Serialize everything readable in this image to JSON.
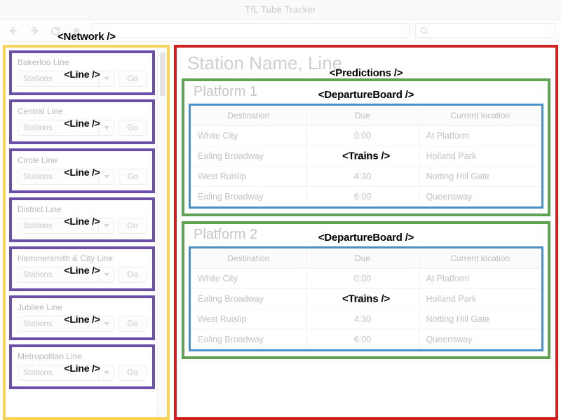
{
  "window": {
    "title": "TfL Tube Tracker"
  },
  "browser": {
    "back_icon": "arrow-left-icon",
    "forward_icon": "arrow-right-icon",
    "reload_icon": "reload-icon",
    "home_icon": "home-icon",
    "url_value": "",
    "url_placeholder": "",
    "search_value": "",
    "search_placeholder": "",
    "search_icon": "search-icon"
  },
  "colors": {
    "network_border": "#f7d358",
    "line_border": "#6b4fa8",
    "predictions_border": "#d02020",
    "departureboard_border": "#5fa353",
    "trains_border": "#4a90c8",
    "muted_text": "#c3c3c3"
  },
  "tags": {
    "network": "<Network />",
    "line": "<Line />",
    "predictions": "<Predictions />",
    "departure_board": "<DepartureBoard />",
    "trains": "<Trains />"
  },
  "network": {
    "lines": [
      {
        "name": "Bakerloo Line",
        "select_label": "Stations",
        "go_label": "Go"
      },
      {
        "name": "Central Line",
        "select_label": "Stations",
        "go_label": "Go"
      },
      {
        "name": "Circle Line",
        "select_label": "Stations",
        "go_label": "Go"
      },
      {
        "name": "District Line",
        "select_label": "Stations",
        "go_label": "Go"
      },
      {
        "name": "Hammersmith & City Line",
        "select_label": "Stations",
        "go_label": "Go"
      },
      {
        "name": "Jubilee Line",
        "select_label": "Stations",
        "go_label": "Go"
      },
      {
        "name": "Metropolitan Line",
        "select_label": "Stations",
        "go_label": "Go"
      }
    ]
  },
  "predictions": {
    "station_heading": "Station Name, Line",
    "boards": [
      {
        "platform": "Platform 1",
        "columns": [
          "Destination",
          "Due",
          "Current location"
        ],
        "rows": [
          {
            "destination": "White City",
            "due": "0:00",
            "location": "At Platform"
          },
          {
            "destination": "Ealing Broadway",
            "due": "2:00",
            "location": "Holland Park"
          },
          {
            "destination": "West Ruislip",
            "due": "4:30",
            "location": "Notting Hill Gate"
          },
          {
            "destination": "Ealing Broadway",
            "due": "6:00",
            "location": "Queensway"
          }
        ]
      },
      {
        "platform": "Platform 2",
        "columns": [
          "Destination",
          "Due",
          "Current location"
        ],
        "rows": [
          {
            "destination": "White City",
            "due": "0:00",
            "location": "At Platform"
          },
          {
            "destination": "Ealing Broadway",
            "due": "2:00",
            "location": "Holland Park"
          },
          {
            "destination": "West Ruislip",
            "due": "4:30",
            "location": "Notting Hill Gate"
          },
          {
            "destination": "Ealing Broadway",
            "due": "6:00",
            "location": "Queensway"
          }
        ]
      }
    ]
  }
}
